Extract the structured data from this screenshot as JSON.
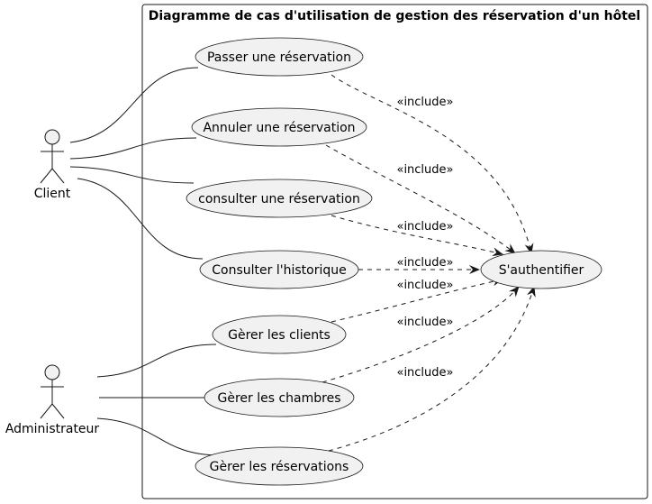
{
  "title": "Diagramme de cas d'utilisation de gestion des réservation d'un hôtel",
  "actors": [
    {
      "id": "client",
      "label": "Client"
    },
    {
      "id": "admin",
      "label": "Administrateur"
    }
  ],
  "use_cases": [
    {
      "id": "uc1",
      "label": "Passer une réservation"
    },
    {
      "id": "uc2",
      "label": "Annuler une réservation"
    },
    {
      "id": "uc3",
      "label": "consulter une réservation"
    },
    {
      "id": "uc4",
      "label": "Consulter l'historique"
    },
    {
      "id": "uc5",
      "label": "Gèrer les clients"
    },
    {
      "id": "uc6",
      "label": "Gèrer les chambres"
    },
    {
      "id": "uc7",
      "label": "Gèrer les réservations"
    },
    {
      "id": "auth",
      "label": "S'authentifier"
    }
  ],
  "associations": [
    {
      "actor": "client",
      "use_case": "uc1"
    },
    {
      "actor": "client",
      "use_case": "uc2"
    },
    {
      "actor": "client",
      "use_case": "uc3"
    },
    {
      "actor": "client",
      "use_case": "uc4"
    },
    {
      "actor": "admin",
      "use_case": "uc5"
    },
    {
      "actor": "admin",
      "use_case": "uc6"
    },
    {
      "actor": "admin",
      "use_case": "uc7"
    }
  ],
  "includes": [
    {
      "from": "uc1",
      "to": "auth",
      "label": "«include»"
    },
    {
      "from": "uc2",
      "to": "auth",
      "label": "«include»"
    },
    {
      "from": "uc3",
      "to": "auth",
      "label": "«include»"
    },
    {
      "from": "uc4",
      "to": "auth",
      "label": "«include»"
    },
    {
      "from": "uc5",
      "to": "auth",
      "label": "«include»"
    },
    {
      "from": "uc6",
      "to": "auth",
      "label": "«include»"
    },
    {
      "from": "uc7",
      "to": "auth",
      "label": "«include»"
    }
  ],
  "colors": {
    "usecase_fill": "#f1f1f1",
    "stroke": "#181818"
  }
}
